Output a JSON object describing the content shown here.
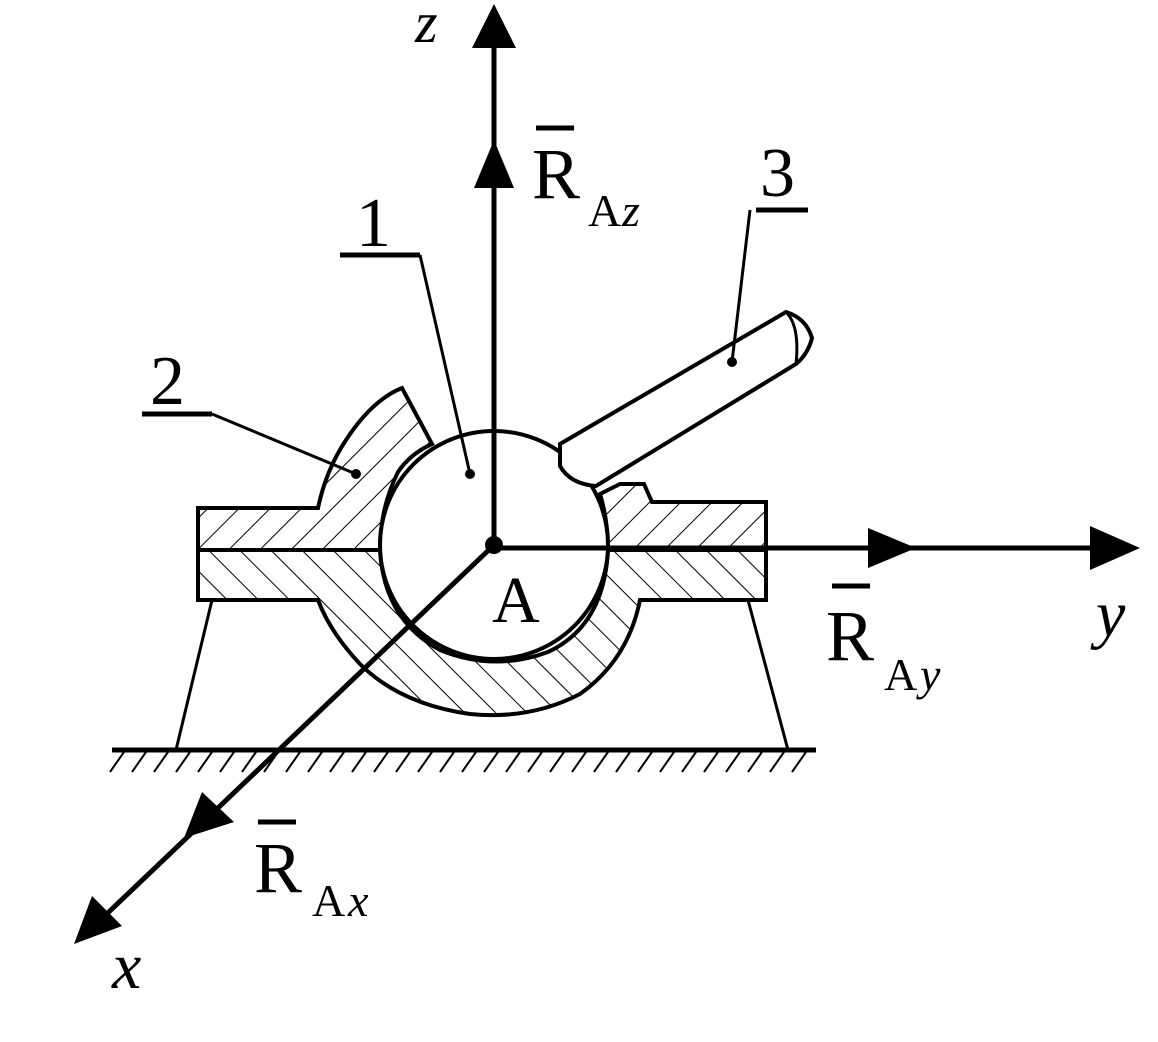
{
  "figure": {
    "axes": {
      "x": "x",
      "y": "y",
      "z": "z"
    },
    "point": "A",
    "forces": {
      "x": {
        "base": "R",
        "sub_roman": "A",
        "sub_italic": "x"
      },
      "y": {
        "base": "R",
        "sub_roman": "A",
        "sub_italic": "y"
      },
      "z": {
        "base": "R",
        "sub_roman": "A",
        "sub_italic": "z"
      }
    },
    "parts": {
      "p1": "1",
      "p2": "2",
      "p3": "3"
    },
    "colors": {
      "ink": "#000000",
      "paper": "#ffffff"
    }
  }
}
